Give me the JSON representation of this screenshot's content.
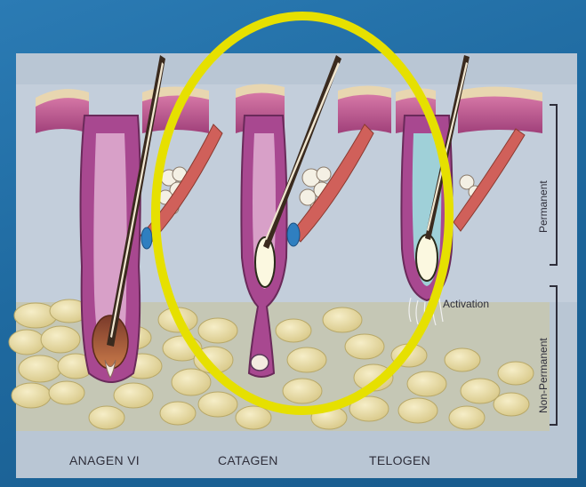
{
  "stages": {
    "anagen": "ANAGEN VI",
    "catagen": "CATAGEN",
    "telogen": "TELOGEN"
  },
  "annotations": {
    "activation": "Activation",
    "permanent": "Permanent",
    "non_permanent": "Non-Permanent"
  },
  "highlight": {
    "shape": "ellipse",
    "color": "#e6e000",
    "encircled_stage": "CATAGEN"
  },
  "colors": {
    "slide_background": "#1f6aa0",
    "panel_background": "#b9c6d4",
    "epidermis": "#c0508a",
    "fat_cells": "#e9dca0",
    "hair_shaft": "#3a2a1e",
    "muscle": "#d0605a",
    "gland": "#f4f0e4",
    "bulge": "#2f7fc0"
  }
}
